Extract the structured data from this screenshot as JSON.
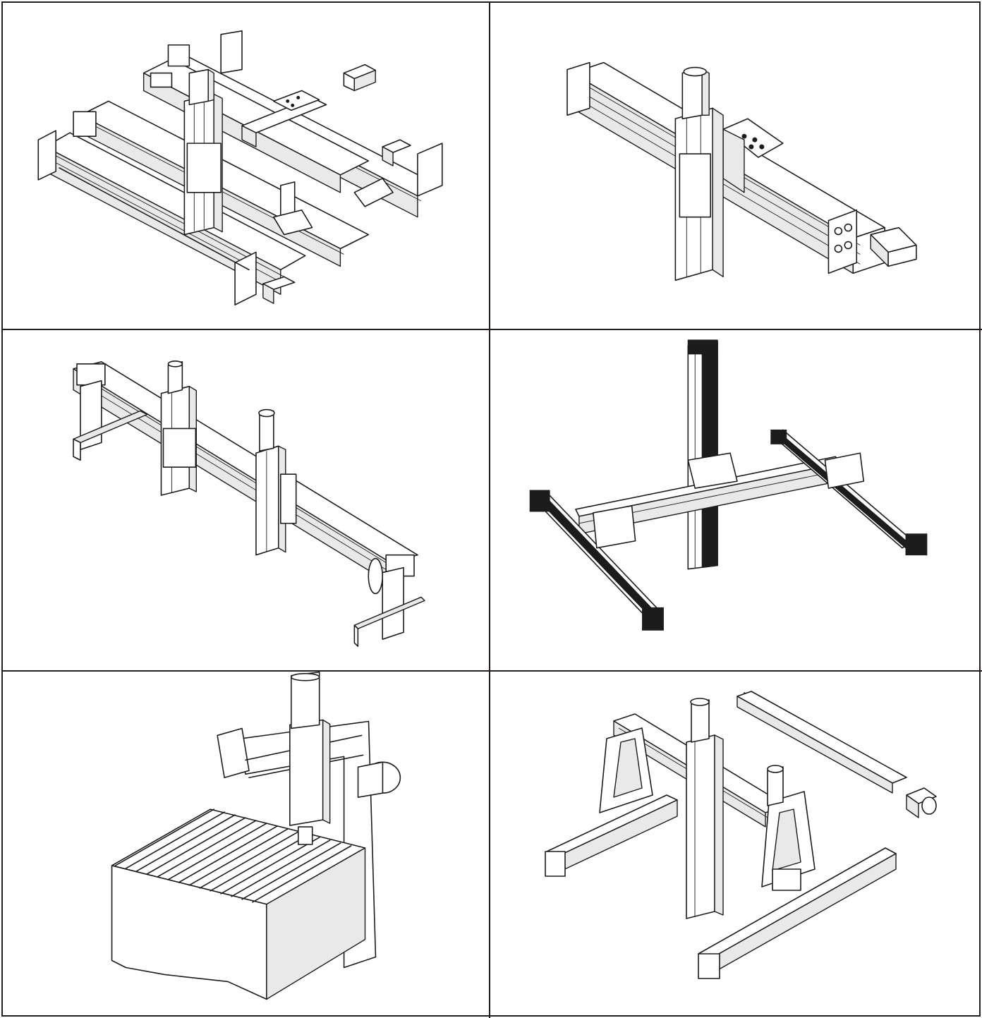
{
  "figure": {
    "layout": "grid",
    "rows": 3,
    "columns": 2,
    "line_color": "#1c1c1c",
    "background": "#ffffff",
    "panels": [
      {
        "id": "panel-1",
        "row": 1,
        "col": 1,
        "subject": "dual-gantry-xyz-stage"
      },
      {
        "id": "panel-2",
        "row": 1,
        "col": 2,
        "subject": "xz-linear-stage"
      },
      {
        "id": "panel-3",
        "row": 2,
        "col": 1,
        "subject": "single-beam-gantry-two-z-axes"
      },
      {
        "id": "panel-4",
        "row": 2,
        "col": 2,
        "subject": "dark-actuator-gantry"
      },
      {
        "id": "panel-5",
        "row": 3,
        "col": 1,
        "subject": "desktop-cnc-router"
      },
      {
        "id": "panel-6",
        "row": 3,
        "col": 2,
        "subject": "raised-gantry-two-z-axes"
      }
    ]
  }
}
